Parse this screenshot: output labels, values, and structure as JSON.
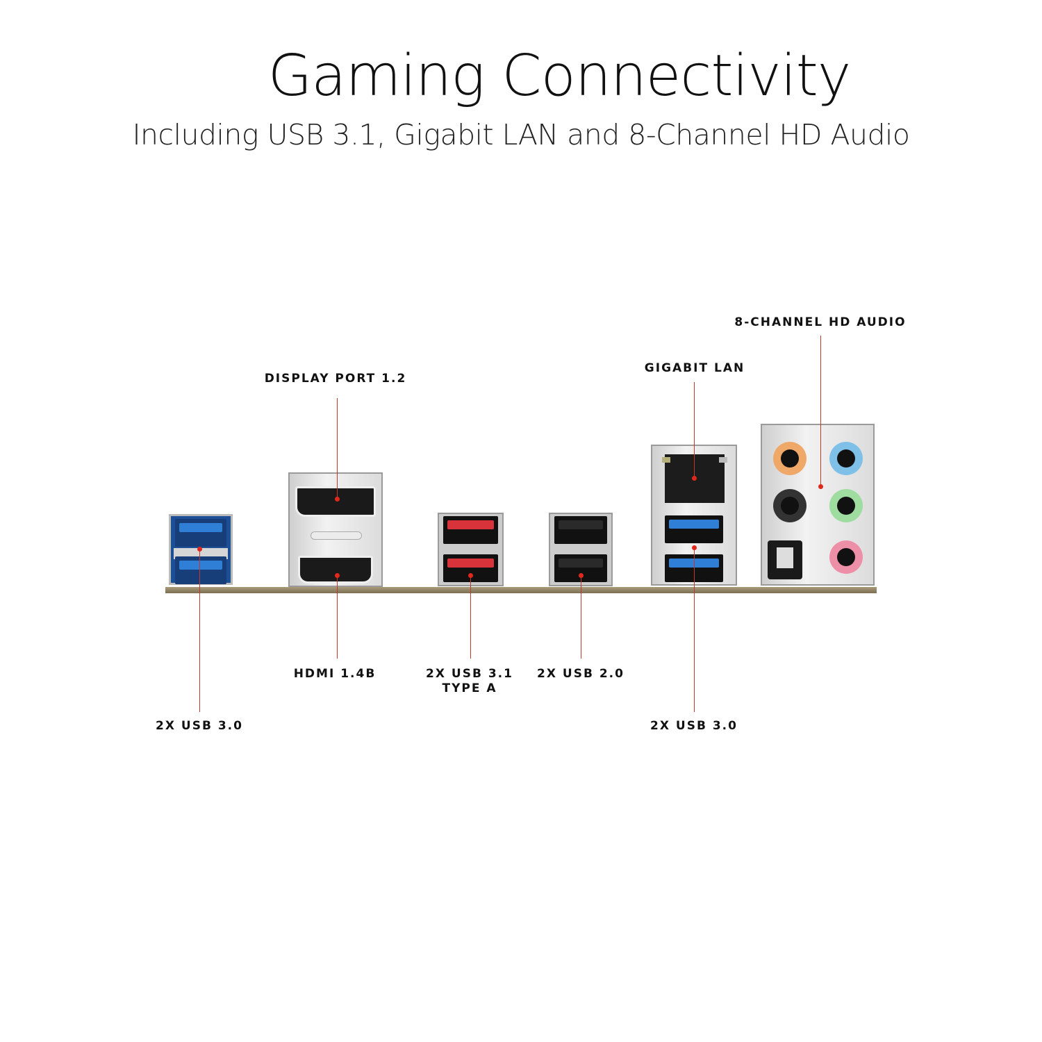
{
  "header": {
    "title": "Gaming Connectivity",
    "subtitle": "Including USB 3.1, Gigabit LAN and 8-Channel HD Audio"
  },
  "labels": {
    "usb30_left": "2X USB 3.0",
    "displayport": "DISPLAY PORT 1.2",
    "hdmi": "HDMI 1.4B",
    "usb31_line1": "2X USB 3.1",
    "usb31_line2": "TYPE A",
    "usb20": "2X USB 2.0",
    "lan": "GIGABIT LAN",
    "usb30_right": "2X USB 3.0",
    "audio": "8-CHANNEL HD AUDIO"
  },
  "colors": {
    "leader": "#c0392b",
    "usb3": "#2f7fd6",
    "usb31": "#d8333b",
    "audio_orange": "#f0a868",
    "audio_blue": "#7fc0e8",
    "audio_green": "#9fdca0",
    "audio_pink": "#ee8fa8"
  }
}
